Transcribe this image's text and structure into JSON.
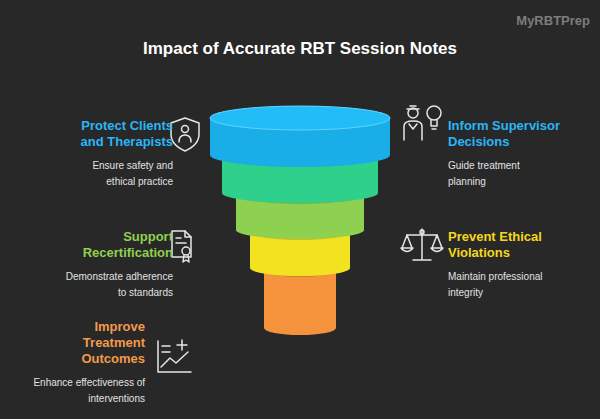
{
  "diagram": {
    "title": "Impact of Accurate RBT Session Notes",
    "nodes": [
      {
        "text": [
          "Protect Clients and Therapists",
          "Ensure safety and ethical practice"
        ]
      },
      {
        "text": [
          "Inform Supervisor Decisions",
          "Guide treatment planning"
        ]
      },
      {
        "text": [
          "Support Recertification",
          "Demonstrate adherence to standards"
        ]
      },
      {
        "text": [
          "Prevent Ethical Violations",
          "Maintain professional integrity"
        ]
      },
      {
        "text": [
          "Improve Treatment Outcomes",
          "Enhance effectiveness of interventions"
        ]
      }
    ],
    "labels": [
      "MyRBTPrep"
    ]
  }
}
